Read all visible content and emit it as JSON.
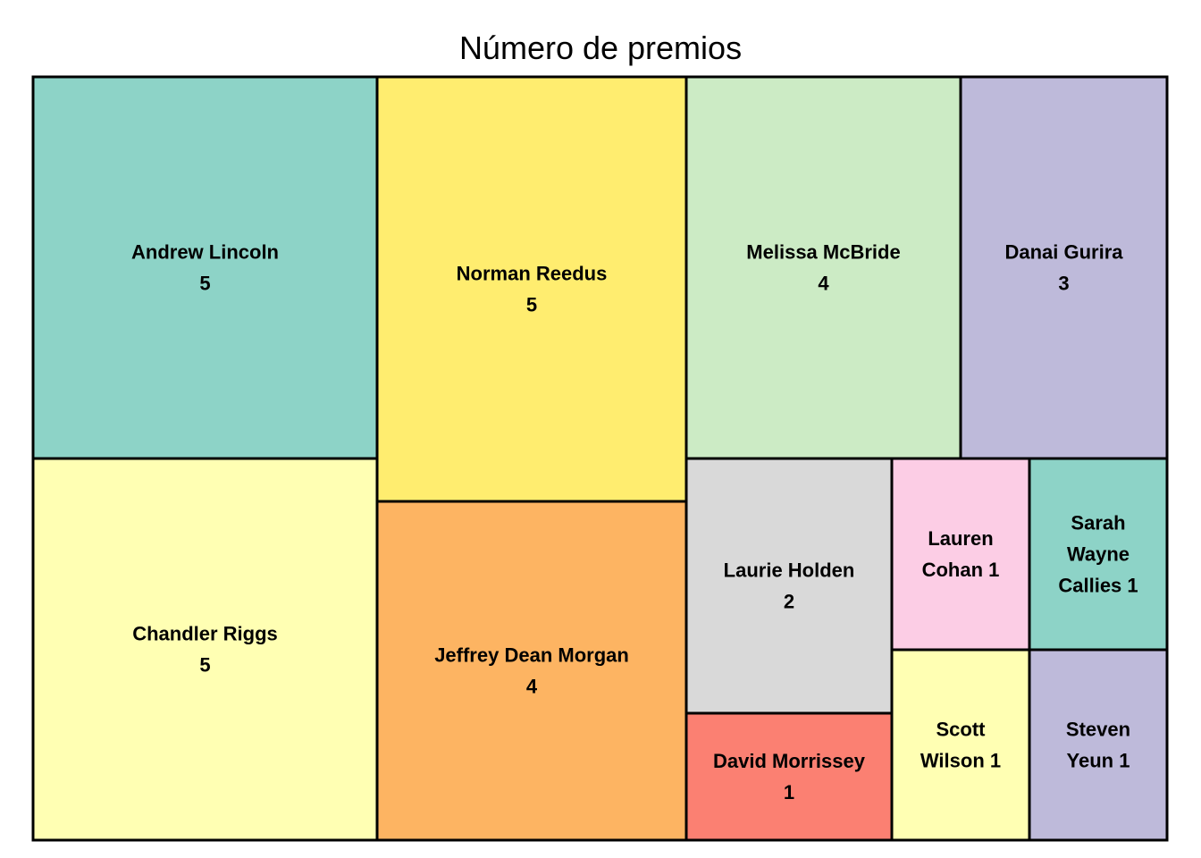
{
  "chart_data": {
    "type": "treemap",
    "title": "Número de premios",
    "items": [
      {
        "name": "Andrew Lincoln",
        "value": 5,
        "color": "#8dd3c7",
        "label_lines": [
          "Andrew Lincoln",
          "5"
        ]
      },
      {
        "name": "Chandler Riggs",
        "value": 5,
        "color": "#ffffb3",
        "label_lines": [
          "Chandler Riggs",
          "5"
        ]
      },
      {
        "name": "Norman Reedus",
        "value": 5,
        "color": "#ffed6f",
        "label_lines": [
          "Norman Reedus",
          "5"
        ]
      },
      {
        "name": "Jeffrey Dean Morgan",
        "value": 4,
        "color": "#fdb462",
        "label_lines": [
          "Jeffrey Dean Morgan",
          "4"
        ]
      },
      {
        "name": "Melissa McBride",
        "value": 4,
        "color": "#ccebc5",
        "label_lines": [
          "Melissa McBride",
          "4"
        ]
      },
      {
        "name": "Danai Gurira",
        "value": 3,
        "color": "#bebada",
        "label_lines": [
          "Danai Gurira",
          "3"
        ]
      },
      {
        "name": "Laurie Holden",
        "value": 2,
        "color": "#d9d9d9",
        "label_lines": [
          "Laurie Holden",
          "2"
        ]
      },
      {
        "name": "David Morrissey",
        "value": 1,
        "color": "#fb8072",
        "label_lines": [
          "David Morrissey",
          "1"
        ]
      },
      {
        "name": "Lauren Cohan",
        "value": 1,
        "color": "#fccde5",
        "label_lines": [
          "Lauren",
          "Cohan 1"
        ]
      },
      {
        "name": "Sarah Wayne Callies",
        "value": 1,
        "color": "#8dd3c7",
        "label_lines": [
          "Sarah",
          "Wayne",
          "Callies 1"
        ]
      },
      {
        "name": "Scott Wilson",
        "value": 1,
        "color": "#ffffb3",
        "label_lines": [
          "Scott",
          "Wilson 1"
        ]
      },
      {
        "name": "Steven Yeun",
        "value": 1,
        "color": "#bebada",
        "label_lines": [
          "Steven",
          "Yeun 1"
        ]
      }
    ]
  }
}
